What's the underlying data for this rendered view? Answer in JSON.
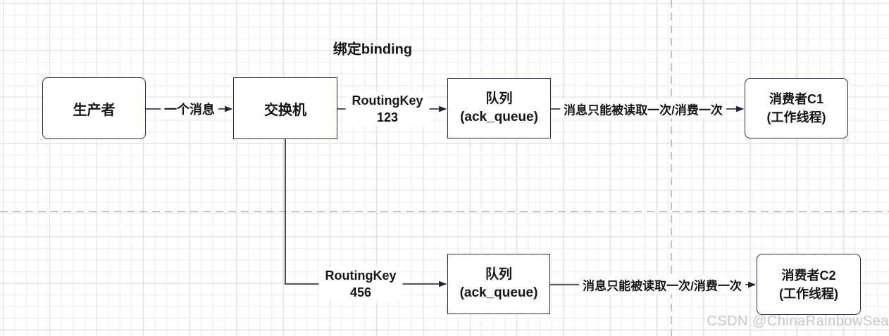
{
  "diagram": {
    "binding_label": "绑定binding",
    "nodes": {
      "producer": {
        "label": "生产者"
      },
      "exchange": {
        "label": "交换机"
      },
      "queue1": {
        "title": "队列",
        "subtitle": "(ack_queue)"
      },
      "consumer1": {
        "title": "消费者C1",
        "subtitle": "(工作线程)"
      },
      "queue2": {
        "title": "队列",
        "subtitle": "(ack_queue)"
      },
      "consumer2": {
        "title": "消费者C2",
        "subtitle": "(工作线程)"
      }
    },
    "edges": {
      "producer_to_exchange": {
        "label": "一个消息"
      },
      "exchange_to_queue1": {
        "key_label": "RoutingKey",
        "key_value": "123"
      },
      "exchange_to_queue2": {
        "key_label": "RoutingKey",
        "key_value": "456"
      },
      "queue1_to_consumer1": {
        "label": "消息只能被读取一次/消费一次"
      },
      "queue2_to_consumer2": {
        "label": "消息只能被读取一次/消费一次"
      }
    },
    "watermark": "CSDN @ChinaRainbowSea",
    "colors": {
      "node_border": "#2b2b4f",
      "connector": "#20203a",
      "dashed_guide": "#ababab",
      "grid_minor": "#ededed",
      "grid_major": "#dddddd",
      "text": "#151515",
      "watermark": "#c8c8cc"
    }
  }
}
